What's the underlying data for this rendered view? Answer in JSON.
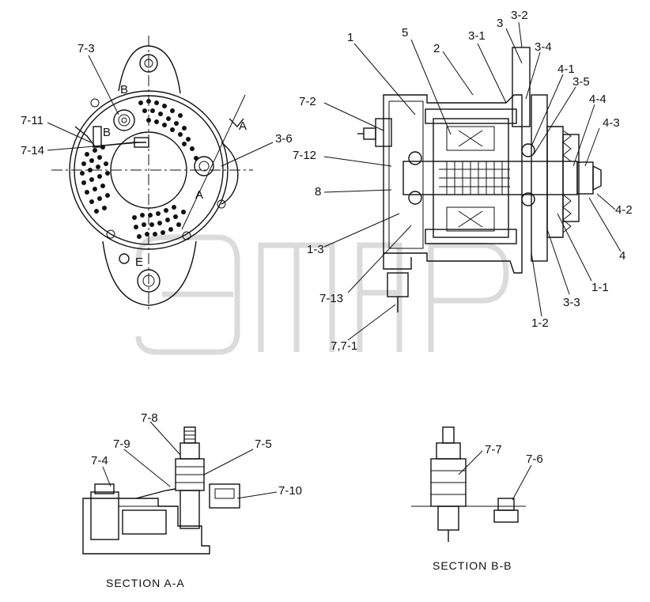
{
  "labels": {
    "l7_3": "7-3",
    "l_b_upper": "B",
    "l_b_lower": "B",
    "l7_11": "7-11",
    "l7_14": "7-14",
    "l_a_upper": "A",
    "l_a_lower": "A",
    "l3_6": "3-6",
    "l_e": "E",
    "l1": "1",
    "l5": "5",
    "l2": "2",
    "l3_1": "3-1",
    "l3": "3",
    "l3_2": "3-2",
    "l3_4": "3-4",
    "l4_1": "4-1",
    "l3_5": "3-5",
    "l4_4": "4-4",
    "l4_3": "4-3",
    "l7_2": "7-2",
    "l7_12": "7-12",
    "l8": "8",
    "l1_3": "1-3",
    "l7_13": "7-13",
    "l7_7_1": "7,7-1",
    "l1_2": "1-2",
    "l3_3": "3-3",
    "l1_1": "1-1",
    "l4": "4",
    "l4_2": "4-2",
    "l7_8": "7-8",
    "l7_9": "7-9",
    "l7_5": "7-5",
    "l7_4": "7-4",
    "l7_10": "7-10",
    "l7_7": "7-7",
    "l7_6": "7-6"
  },
  "captions": {
    "section_aa": "SECTION A-A",
    "section_bb": "SECTION B-B"
  },
  "colors": {
    "line": "#111111",
    "watermark": "#bdbdbd",
    "background": "#ffffff"
  }
}
